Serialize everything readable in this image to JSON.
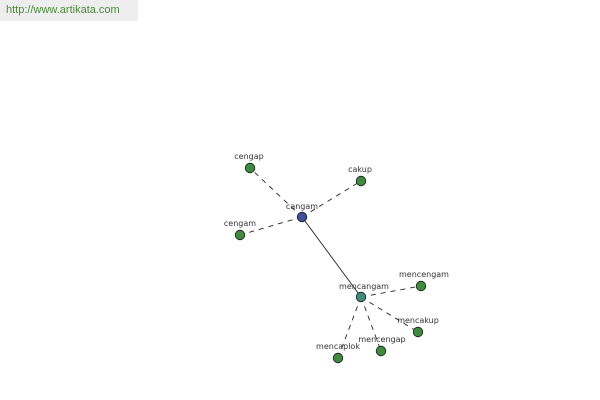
{
  "header": {
    "url_text": "http://www.artikata.com"
  },
  "colors": {
    "center_node": "#3f4f9a",
    "hub_node": "#3f8a7a",
    "leaf_node": "#3f8a3f",
    "edge": "#222222",
    "url_text": "#4a8a3a"
  },
  "graph": {
    "nodes": [
      {
        "id": "cangam",
        "label": "cangam",
        "kind": "center"
      },
      {
        "id": "cengap",
        "label": "cengap",
        "kind": "leaf"
      },
      {
        "id": "cakup",
        "label": "cakup",
        "kind": "leaf"
      },
      {
        "id": "cengam",
        "label": "cengam",
        "kind": "leaf"
      },
      {
        "id": "mencangam",
        "label": "mencangam",
        "kind": "hub"
      },
      {
        "id": "mencengam",
        "label": "mencengam",
        "kind": "leaf"
      },
      {
        "id": "mencakup",
        "label": "mencakup",
        "kind": "leaf"
      },
      {
        "id": "mencengap",
        "label": "mencengap",
        "kind": "leaf"
      },
      {
        "id": "mencaplok",
        "label": "mencaplok",
        "kind": "leaf"
      }
    ],
    "edges": [
      {
        "from": "cangam",
        "to": "cengap",
        "style": "dashed"
      },
      {
        "from": "cangam",
        "to": "cakup",
        "style": "dashed"
      },
      {
        "from": "cangam",
        "to": "cengam",
        "style": "dashed"
      },
      {
        "from": "cangam",
        "to": "mencangam",
        "style": "solid"
      },
      {
        "from": "mencangam",
        "to": "mencengam",
        "style": "dashed"
      },
      {
        "from": "mencangam",
        "to": "mencakup",
        "style": "dashed"
      },
      {
        "from": "mencangam",
        "to": "mencengap",
        "style": "dashed"
      },
      {
        "from": "mencangam",
        "to": "mencaplok",
        "style": "dashed"
      }
    ]
  }
}
